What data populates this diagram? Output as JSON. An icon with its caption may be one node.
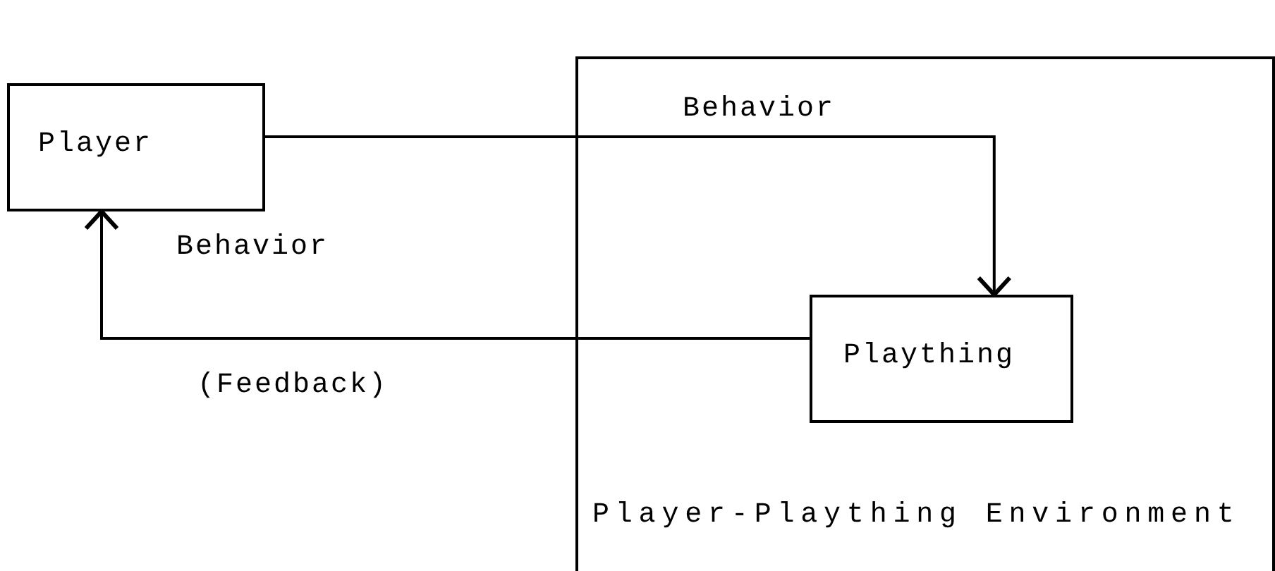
{
  "diagram": {
    "nodes": [
      {
        "text": [
          "Player"
        ]
      },
      {
        "text": [
          "Player-Plaything Environment"
        ]
      },
      {
        "text": [
          "Plaything"
        ],
        "in": 1
      }
    ],
    "edges": [
      {
        "from": 0,
        "to": 2,
        "arrow": "to",
        "label": "Behavior"
      },
      {
        "from": 2,
        "to": 0,
        "arrow": "to",
        "label": "Behavior"
      }
    ],
    "labels": [
      "(Feedback)"
    ]
  }
}
